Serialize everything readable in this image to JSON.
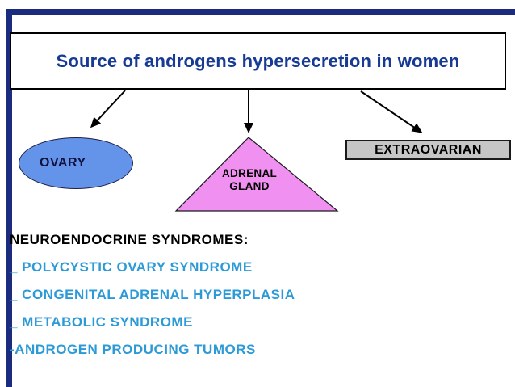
{
  "slide": {
    "title": "Source of androgens hypersecretion in women"
  },
  "diagram": {
    "ovary": {
      "label": "OVARY"
    },
    "adrenal": {
      "line1": "ADRENAL",
      "line2": "GLAND"
    },
    "extraovarian": {
      "label": "EXTRAOVARIAN"
    }
  },
  "list": {
    "heading": "NEUROENDOCRINE SYNDROMES:",
    "items": [
      "_ POLYCYSTIC OVARY SYNDROME",
      "_ CONGENITAL ADRENAL HYPERPLASIA",
      "_ METABOLIC SYNDROME",
      "-ANDROGEN PRODUCING TUMORS"
    ]
  },
  "colors": {
    "frame_bar": "#1b2b7d",
    "title_text": "#173a94",
    "ovary_fill": "#6494ea",
    "adrenal_fill": "#f090f0",
    "extraovarian_fill": "#c6c6c6",
    "list_item_blue": "#2d9ad8",
    "list_heading_black": "#000000",
    "arrow_black": "#000000"
  }
}
